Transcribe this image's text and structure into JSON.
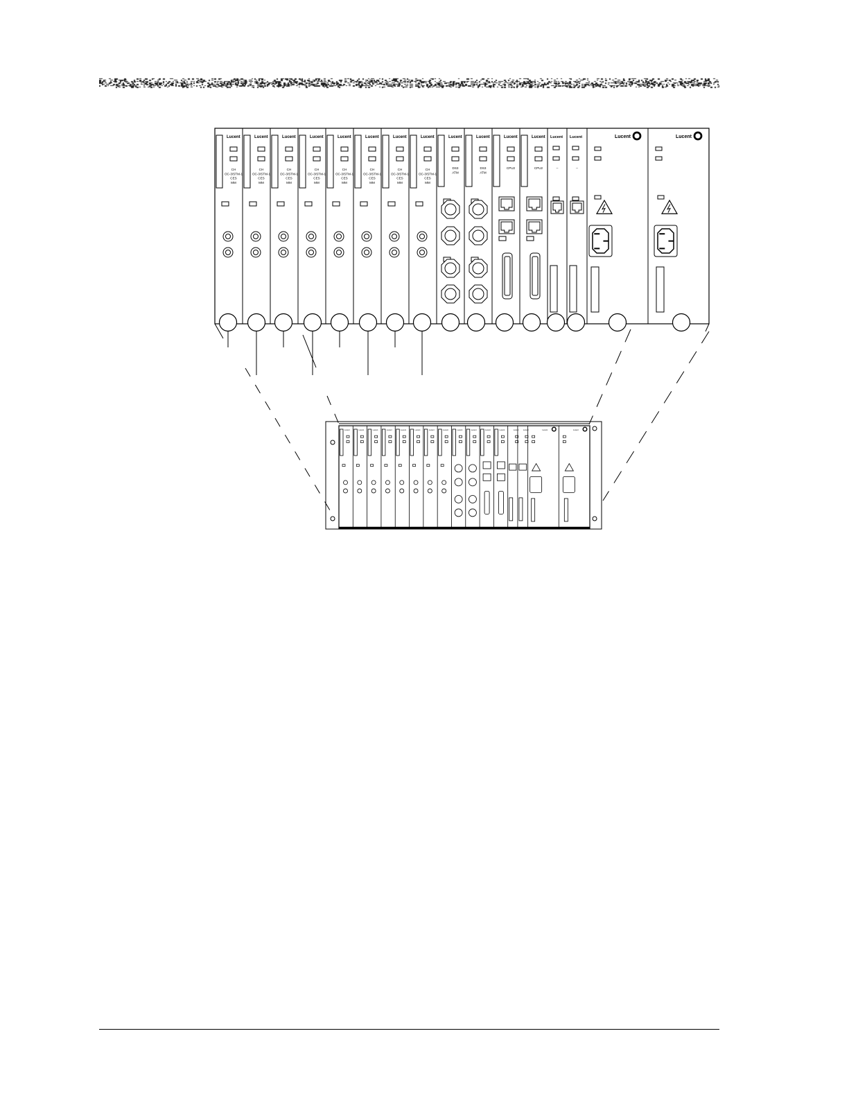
{
  "header": {
    "pattern": "garbled-scan-band"
  },
  "brand": {
    "name": "Lucent"
  },
  "enlarged_view": {
    "cards": [
      {
        "type": "oc3",
        "lines": [
          "CH",
          "OC-3/STM-1",
          "CES",
          "MM"
        ]
      },
      {
        "type": "oc3",
        "lines": [
          "CH",
          "OC-3/STM-1",
          "CES",
          "MM"
        ]
      },
      {
        "type": "oc3",
        "lines": [
          "CH",
          "OC-3/STM-1",
          "CES",
          "MM"
        ]
      },
      {
        "type": "oc3",
        "lines": [
          "CH",
          "OC-3/STM-1",
          "CES",
          "MM"
        ]
      },
      {
        "type": "oc3",
        "lines": [
          "CH",
          "OC-3/STM-1",
          "CES",
          "MM"
        ]
      },
      {
        "type": "oc3",
        "lines": [
          "CH",
          "OC-3/STM-1",
          "CES",
          "MM"
        ]
      },
      {
        "type": "oc3",
        "lines": [
          "CH",
          "OC-3/STM-1",
          "CES",
          "MM"
        ]
      },
      {
        "type": "oc3",
        "lines": [
          "CH",
          "OC-3/STM-1",
          "CES",
          "MM"
        ]
      },
      {
        "type": "ds3",
        "lines": [
          "DS3",
          "ATM"
        ]
      },
      {
        "type": "ds3",
        "lines": [
          "DS3",
          "ATM"
        ]
      },
      {
        "type": "cpu",
        "lines": [
          "CPU2"
        ]
      },
      {
        "type": "cpu",
        "lines": [
          "CPU2"
        ]
      },
      {
        "type": "narrow",
        "lines": [
          "--"
        ]
      },
      {
        "type": "narrow",
        "lines": [
          "--"
        ]
      },
      {
        "type": "power",
        "lines": []
      },
      {
        "type": "power",
        "lines": []
      }
    ]
  },
  "chassis_view": {
    "style": "rack-mount with ears"
  },
  "colors": {
    "line": "#000000",
    "background": "#ffffff",
    "led_fill": "#ffffff"
  },
  "icons": [
    "lucent-logo-icon",
    "high-voltage-warning-icon",
    "power-inlet-icon",
    "fiber-connector-icon",
    "rj45-port-icon",
    "bnc-connector-icon",
    "callout-circle-icon"
  ]
}
